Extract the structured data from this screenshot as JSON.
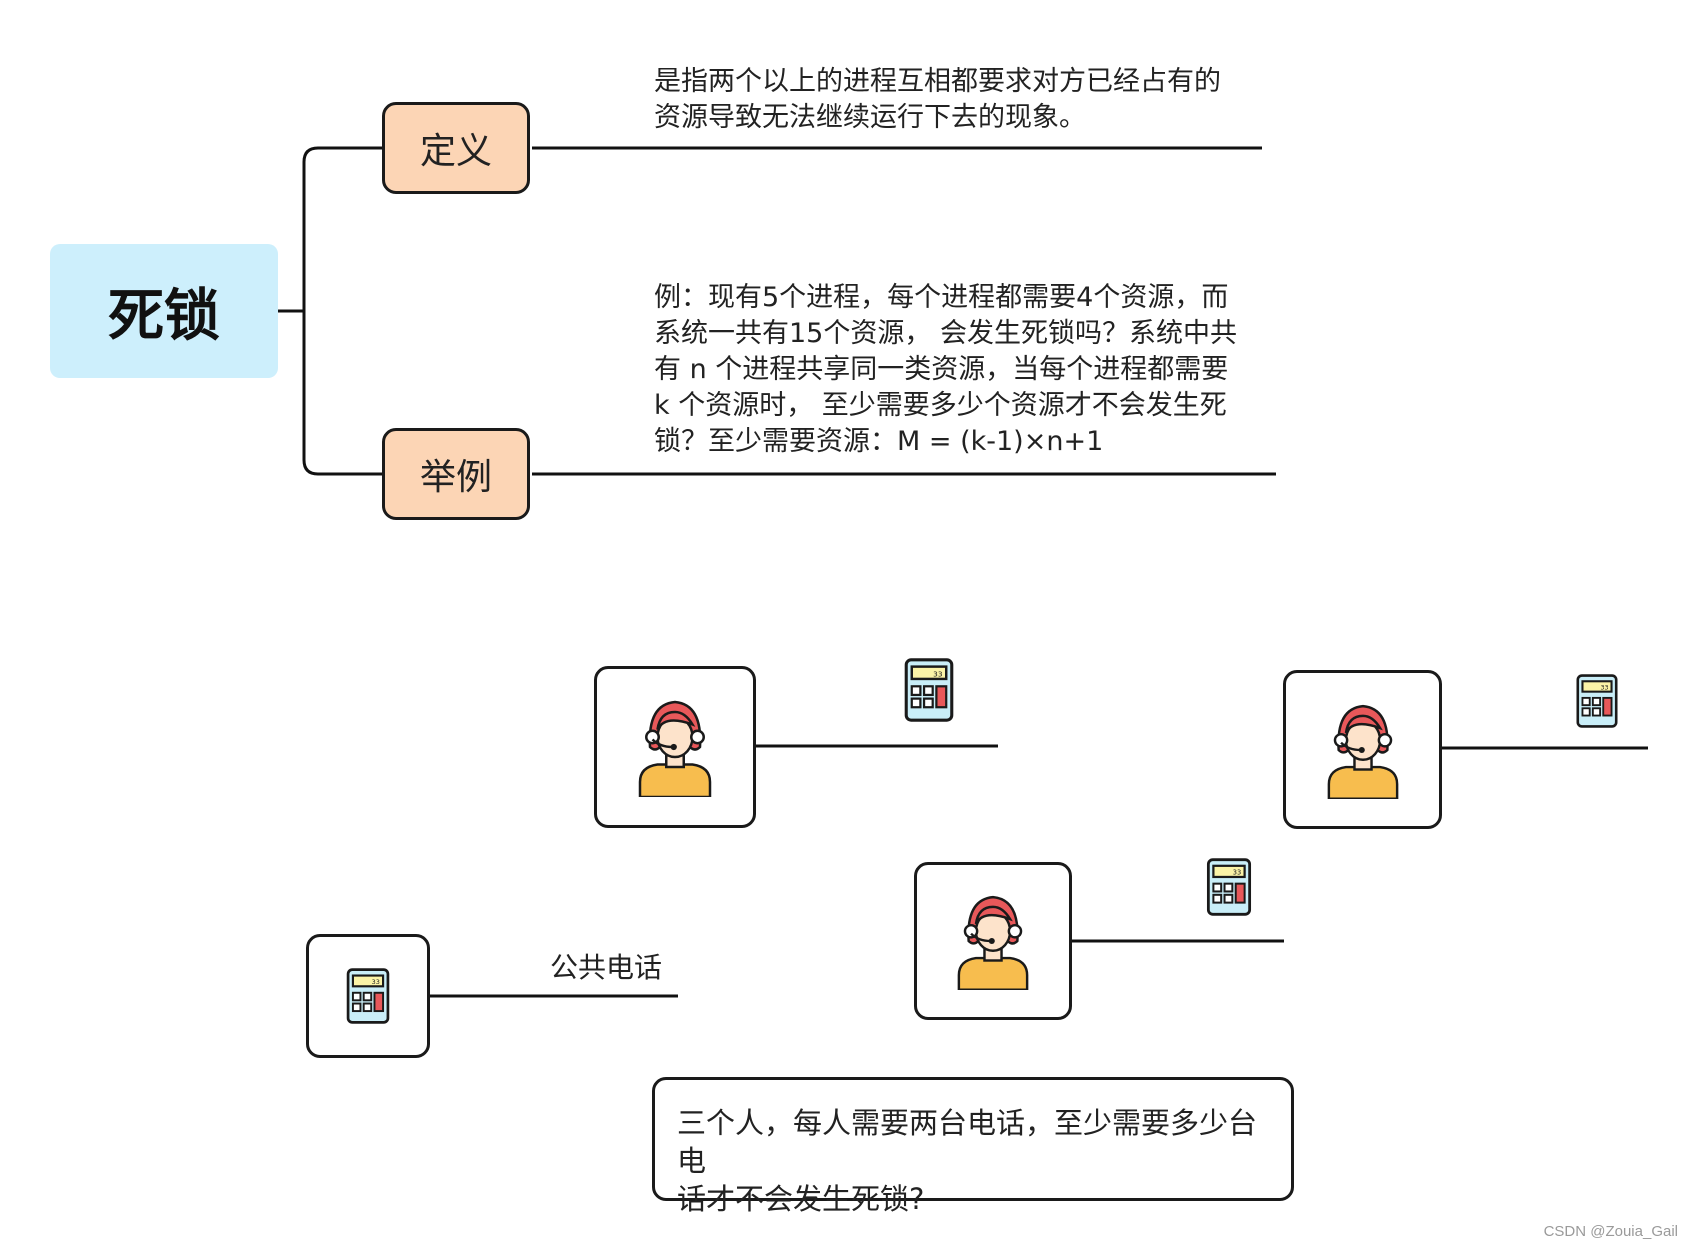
{
  "mindmap": {
    "root": "死锁",
    "definition": {
      "label": "定义",
      "text_lines": [
        "是指两个以上的进程互相都要求对方已经占有的",
        "资源导致无法继续运行下去的现象。"
      ]
    },
    "example": {
      "label": "举例",
      "text_lines": [
        "例：现有5个进程，每个进程都需要4个资源，而",
        "系统一共有15个资源， 会发生死锁吗？系统中共",
        "有 n 个进程共享同一类资源，当每个进程都需要",
        "k 个资源时， 至少需要多少个资源才不会发生死",
        "锁？至少需要资源：M = (k-1)×n+1"
      ]
    }
  },
  "illustration": {
    "phone_label": "公共电话",
    "question_lines": [
      "三个人，每人需要两台电话，至少需要多少台电",
      "话才不会发生死锁?"
    ],
    "calculator_display": "33"
  },
  "colors": {
    "root_fill": "#cdeffc",
    "branch_fill": "#fcd5b5",
    "outline": "#1a1a1a",
    "hair": "#e8585a",
    "shirt": "#f7bd4e",
    "skin": "#fde3cb",
    "calc_body": "#c9eef8",
    "calc_screen": "#fbf3a7",
    "calc_red_key": "#e8585a"
  },
  "watermark": "CSDN @Zouia_Gail"
}
